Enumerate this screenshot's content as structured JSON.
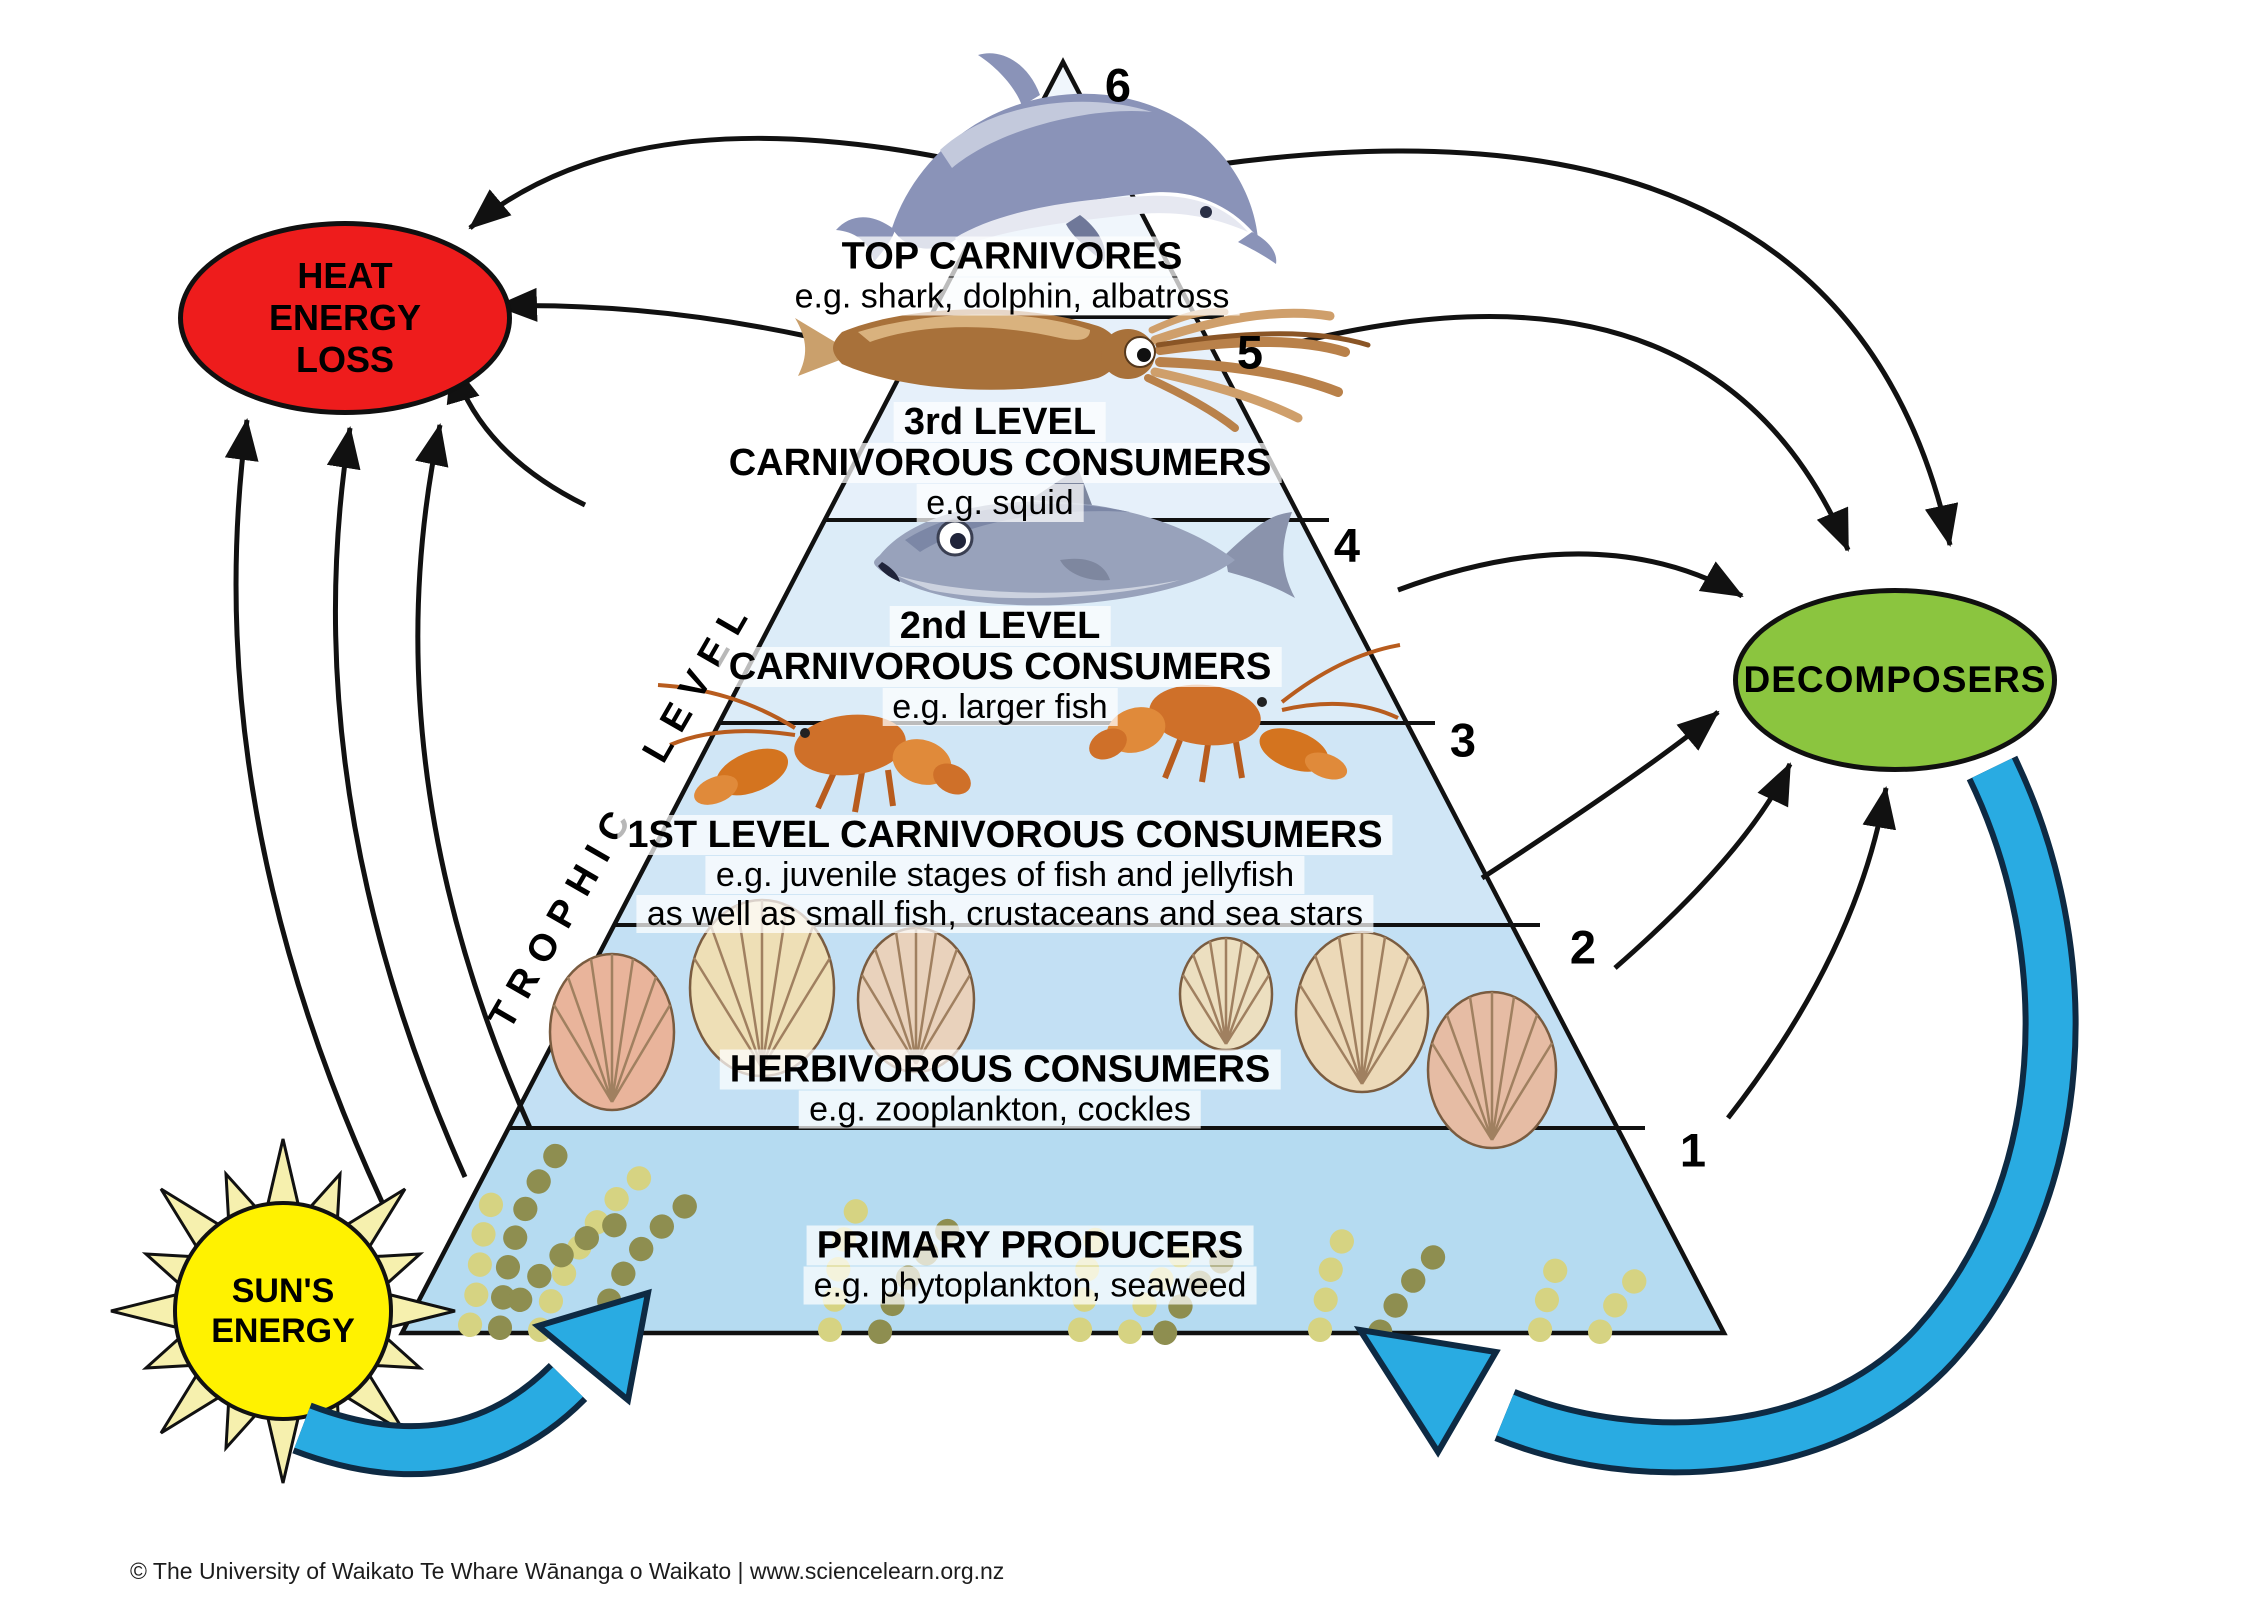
{
  "diagram": {
    "type": "marine-trophic-pyramid",
    "trophic_axis_label": "TROPHIC LEVEL",
    "heat_loss": {
      "lines": [
        "HEAT",
        "ENERGY",
        "LOSS"
      ],
      "color": "#ee1c1c"
    },
    "decomposers": {
      "label": "DECOMPOSERS",
      "color": "#8bc53f"
    },
    "sun": {
      "lines": [
        "SUN'S",
        "ENERGY"
      ],
      "color": "#fff200"
    },
    "energy_flow_arrow_color": "#29abe2",
    "levels": [
      {
        "number": "6",
        "title_lines": [
          "TOP CARNIVORES"
        ],
        "example_lines": [
          "e.g. shark, dolphin, albatross"
        ],
        "organism": "dolphin",
        "fill": "#f0f6fc"
      },
      {
        "number": "5",
        "title_lines": [
          "3rd LEVEL",
          "CARNIVOROUS CONSUMERS"
        ],
        "example_lines": [
          "e.g. squid"
        ],
        "organism": "squid",
        "fill": "#e6f0fa"
      },
      {
        "number": "4",
        "title_lines": [
          "2nd LEVEL",
          "CARNIVOROUS CONSUMERS"
        ],
        "example_lines": [
          "e.g. larger fish"
        ],
        "organism": "larger-fish",
        "fill": "#dcecf8"
      },
      {
        "number": "3",
        "title_lines": [
          "1ST LEVEL CARNIVOROUS CONSUMERS"
        ],
        "example_lines": [
          "e.g. juvenile stages of fish and jellyfish",
          "as well as small fish, crustaceans and sea stars"
        ],
        "organism": "crayfish",
        "fill": "#d0e6f6"
      },
      {
        "number": "2",
        "title_lines": [
          "HERBIVOROUS CONSUMERS"
        ],
        "example_lines": [
          "e.g. zooplankton, cockles"
        ],
        "organism": "cockles",
        "fill": "#c3e0f4"
      },
      {
        "number": "1",
        "title_lines": [
          "PRIMARY PRODUCERS"
        ],
        "example_lines": [
          "e.g. phytoplankton, seaweed"
        ],
        "organism": "seaweed",
        "fill": "#b5dbf1"
      }
    ],
    "footer": "© The University of Waikato Te Whare Wānanga o Waikato | www.sciencelearn.org.nz"
  }
}
